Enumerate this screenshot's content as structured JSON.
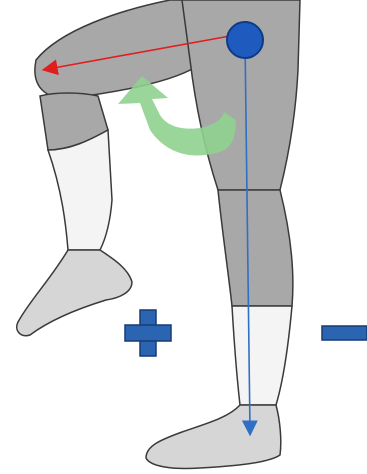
{
  "figure": {
    "type": "illustration",
    "colors": {
      "pants": "#a8a8a8",
      "pants_dark": "#8f8f8f",
      "sock": "#f4f4f4",
      "sock_shade": "#e6e6e6",
      "shoe_sock": "#cfcfcf",
      "outline": "#3a3a3a",
      "force_arrow": "#e01e1e",
      "gravity_arrow": "#2f6fc4",
      "rotation_arrow": "#8fd08f",
      "joint_marker": "#1f5bbf",
      "sign_color": "#2b64b0"
    },
    "icons": [
      "joint-center-marker",
      "horizontal-force-arrow",
      "vertical-force-arrow",
      "rotation-arrow",
      "plus-sign",
      "minus-sign"
    ]
  }
}
